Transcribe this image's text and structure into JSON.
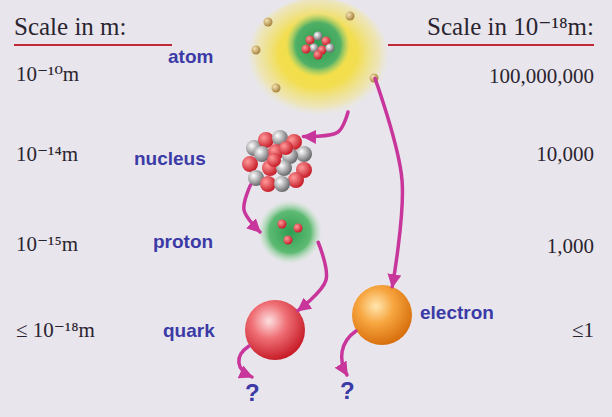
{
  "diagram": {
    "nodes": [
      {
        "text": [
          "atom"
        ]
      },
      {
        "text": [
          "nucleus"
        ]
      },
      {
        "text": [
          "proton"
        ]
      },
      {
        "text": [
          "quark"
        ]
      },
      {
        "text": [
          "electron"
        ]
      }
    ],
    "edges": [
      {
        "from": 0,
        "to": 1,
        "arrow": "to"
      },
      {
        "from": 0,
        "to": 4,
        "arrow": "to"
      },
      {
        "from": 1,
        "to": 2,
        "arrow": "to"
      },
      {
        "from": 2,
        "to": 3,
        "arrow": "to"
      }
    ],
    "labels": [
      "Scale in m:",
      "Scale in 10⁻¹⁸m:",
      "10⁻¹⁰m",
      "100,000,000",
      "10⁻¹⁴m",
      "10,000",
      "10⁻¹⁵m",
      "1,000",
      "≤ 10⁻¹⁸m",
      "≤1",
      "?",
      "?"
    ]
  }
}
